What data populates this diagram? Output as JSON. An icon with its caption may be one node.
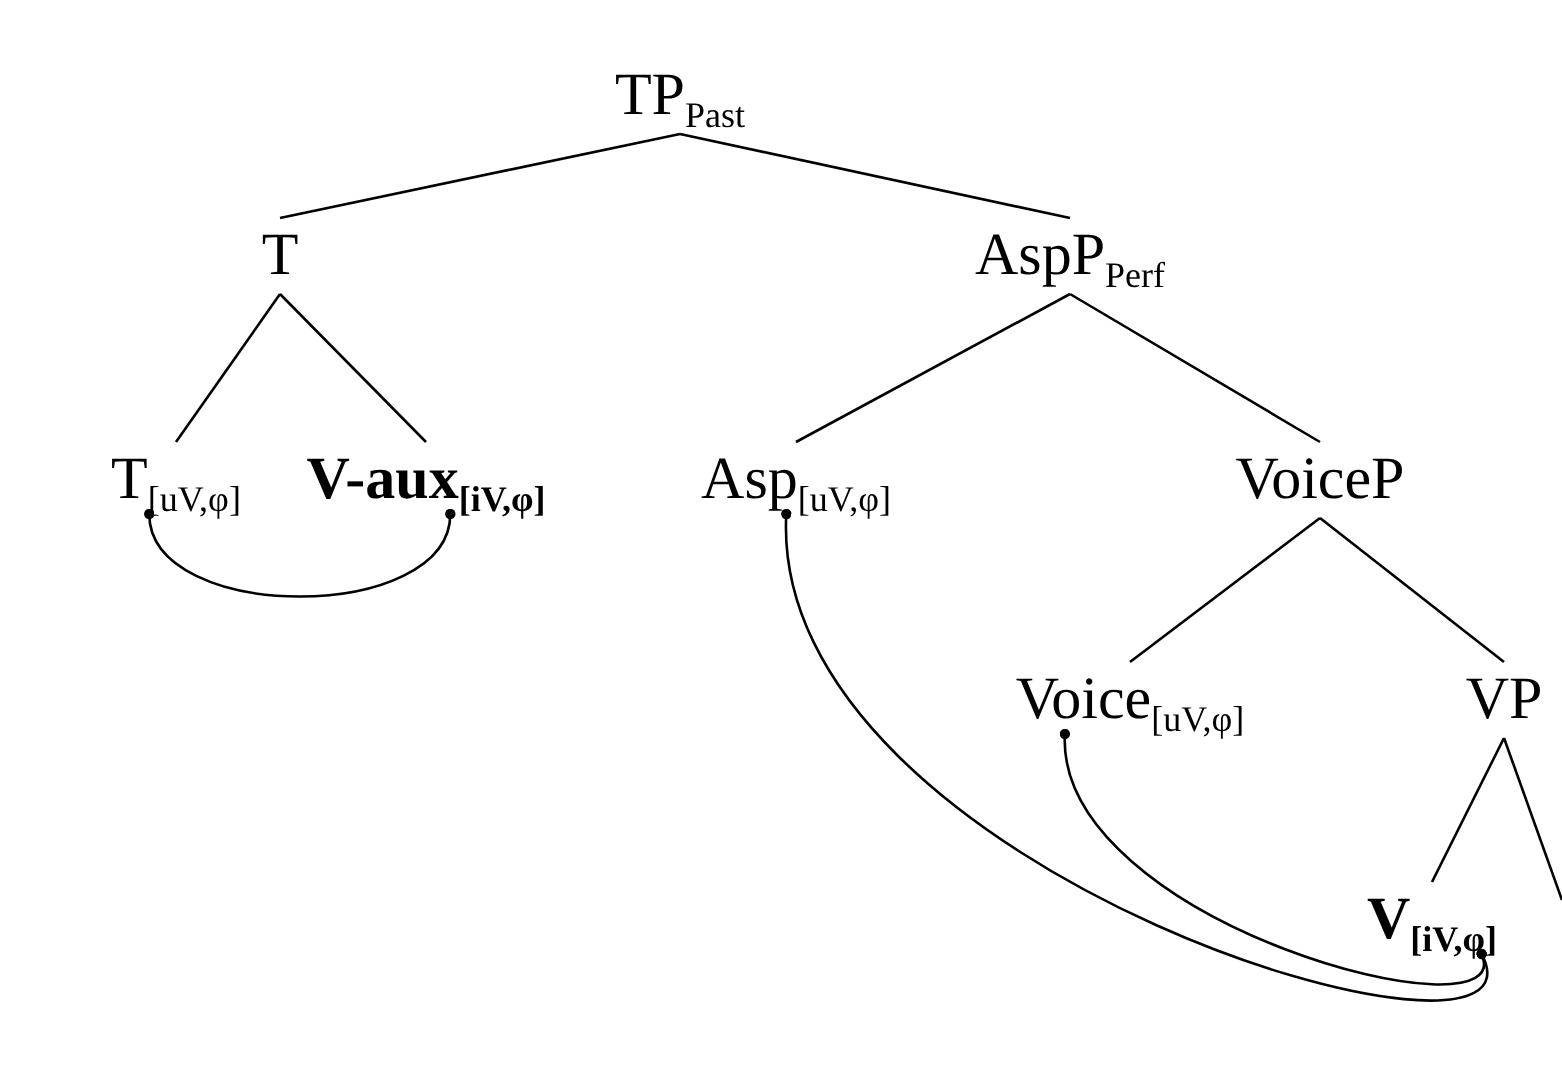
{
  "diagram": {
    "nodes": [
      {
        "text": [
          "TP$_{Past}$"
        ]
      },
      {
        "text": [
          "T"
        ]
      },
      {
        "text": [
          "AspP$_{Perf}$"
        ]
      },
      {
        "text": [
          "T$_{[uV,φ]}$"
        ]
      },
      {
        "text": [
          "V-aux$_{[iV,φ]}$"
        ]
      },
      {
        "text": [
          "Asp$_{[uV,φ]}$"
        ]
      },
      {
        "text": [
          "VoiceP"
        ]
      },
      {
        "text": [
          "Voice$_{[uV,φ]}$"
        ]
      },
      {
        "text": [
          "VP"
        ]
      },
      {
        "text": [
          "V$_{[iV,φ]}$"
        ]
      }
    ],
    "edges": [
      {
        "from": 0,
        "to": 1,
        "arrow": "none"
      },
      {
        "from": 0,
        "to": 2,
        "arrow": "none"
      },
      {
        "from": 1,
        "to": 3,
        "arrow": "none"
      },
      {
        "from": 1,
        "to": 4,
        "arrow": "none"
      },
      {
        "from": 2,
        "to": 5,
        "arrow": "none"
      },
      {
        "from": 2,
        "to": 6,
        "arrow": "none"
      },
      {
        "from": 6,
        "to": 7,
        "arrow": "none"
      },
      {
        "from": 6,
        "to": 8,
        "arrow": "none"
      },
      {
        "from": 8,
        "to": 9,
        "arrow": "none"
      },
      {
        "from": 8,
        "to": null,
        "arrow": "none"
      },
      {
        "from": 3,
        "to": 4,
        "arrow": "other"
      },
      {
        "from": 5,
        "to": 9,
        "arrow": "other"
      },
      {
        "from": 7,
        "to": 9,
        "arrow": "other"
      }
    ]
  }
}
